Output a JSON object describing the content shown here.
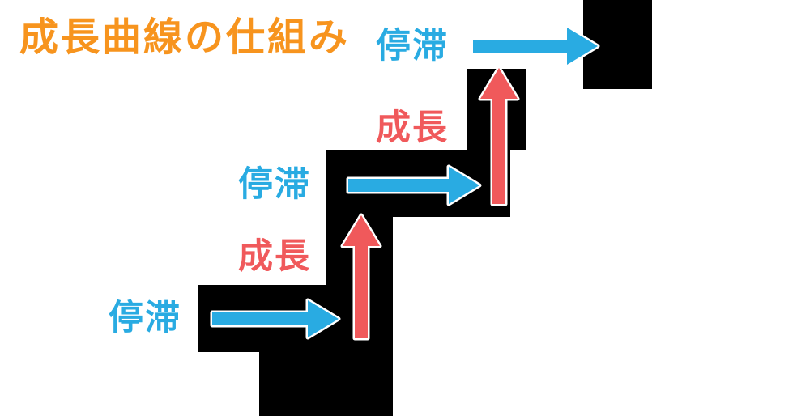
{
  "title": {
    "text": "成長曲線の仕組み",
    "color": "#F7941E"
  },
  "colors": {
    "title_orange": "#F7941E",
    "stagnation_blue": "#29ABE2",
    "growth_red": "#F0595B",
    "stair_black": "#000000",
    "background": "#FFFFFF"
  },
  "labels": [
    {
      "text": "停滞",
      "type": "stagnation"
    },
    {
      "text": "成長",
      "type": "growth"
    },
    {
      "text": "停滞",
      "type": "stagnation"
    },
    {
      "text": "成長",
      "type": "growth"
    },
    {
      "text": "停滞",
      "type": "stagnation"
    }
  ],
  "arrows": [
    {
      "type": "stagnation",
      "direction": "right"
    },
    {
      "type": "growth",
      "direction": "up"
    },
    {
      "type": "stagnation",
      "direction": "right"
    },
    {
      "type": "growth",
      "direction": "up"
    },
    {
      "type": "stagnation",
      "direction": "right"
    }
  ],
  "stairs": {
    "step_blocks": 6
  }
}
